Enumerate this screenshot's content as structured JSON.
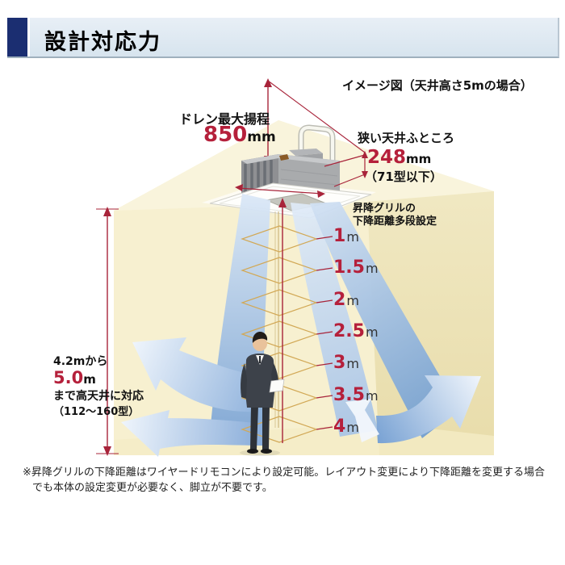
{
  "header": {
    "title": "設計対応力"
  },
  "diagram": {
    "caption": "イメージ図（天井高さ5mの場合）",
    "drain": {
      "label": "ドレン最大揚程",
      "value": "850",
      "unit": "mm"
    },
    "ceiling_space": {
      "label": "狭い天井ふところ",
      "value": "248",
      "unit": "mm",
      "note": "（71型以下）"
    },
    "grille": {
      "line1": "昇降グリルの",
      "line2": "下降距離多段設定"
    },
    "distances": [
      {
        "num": "1",
        "unit": "m"
      },
      {
        "num": "1.5",
        "unit": "m"
      },
      {
        "num": "2",
        "unit": "m"
      },
      {
        "num": "2.5",
        "unit": "m"
      },
      {
        "num": "3",
        "unit": "m"
      },
      {
        "num": "3.5",
        "unit": "m"
      },
      {
        "num": "4",
        "unit": "m"
      }
    ],
    "height_range": {
      "line1": "4.2mから",
      "value": "5.0",
      "unit": "m",
      "line2": "まで高天井に対応",
      "line3": "（112～160型）"
    }
  },
  "footnote": {
    "line1": "※昇降グリルの下降距離はワイヤードリモコンにより設定可能。レイアウト変更により下降距離を変更する場合",
    "line2": "でも本体の設定変更が必要なく、脚立が不要です。"
  },
  "colors": {
    "accent_red": "#b5203b",
    "navy": "#1b2e71",
    "header_bg": "#dfe9f2",
    "room_cream": "#f7f0d0",
    "wall_dark": "#e9deae",
    "stream_blue": "#7ea6d5",
    "wireframe_tan": "#d2a855"
  }
}
